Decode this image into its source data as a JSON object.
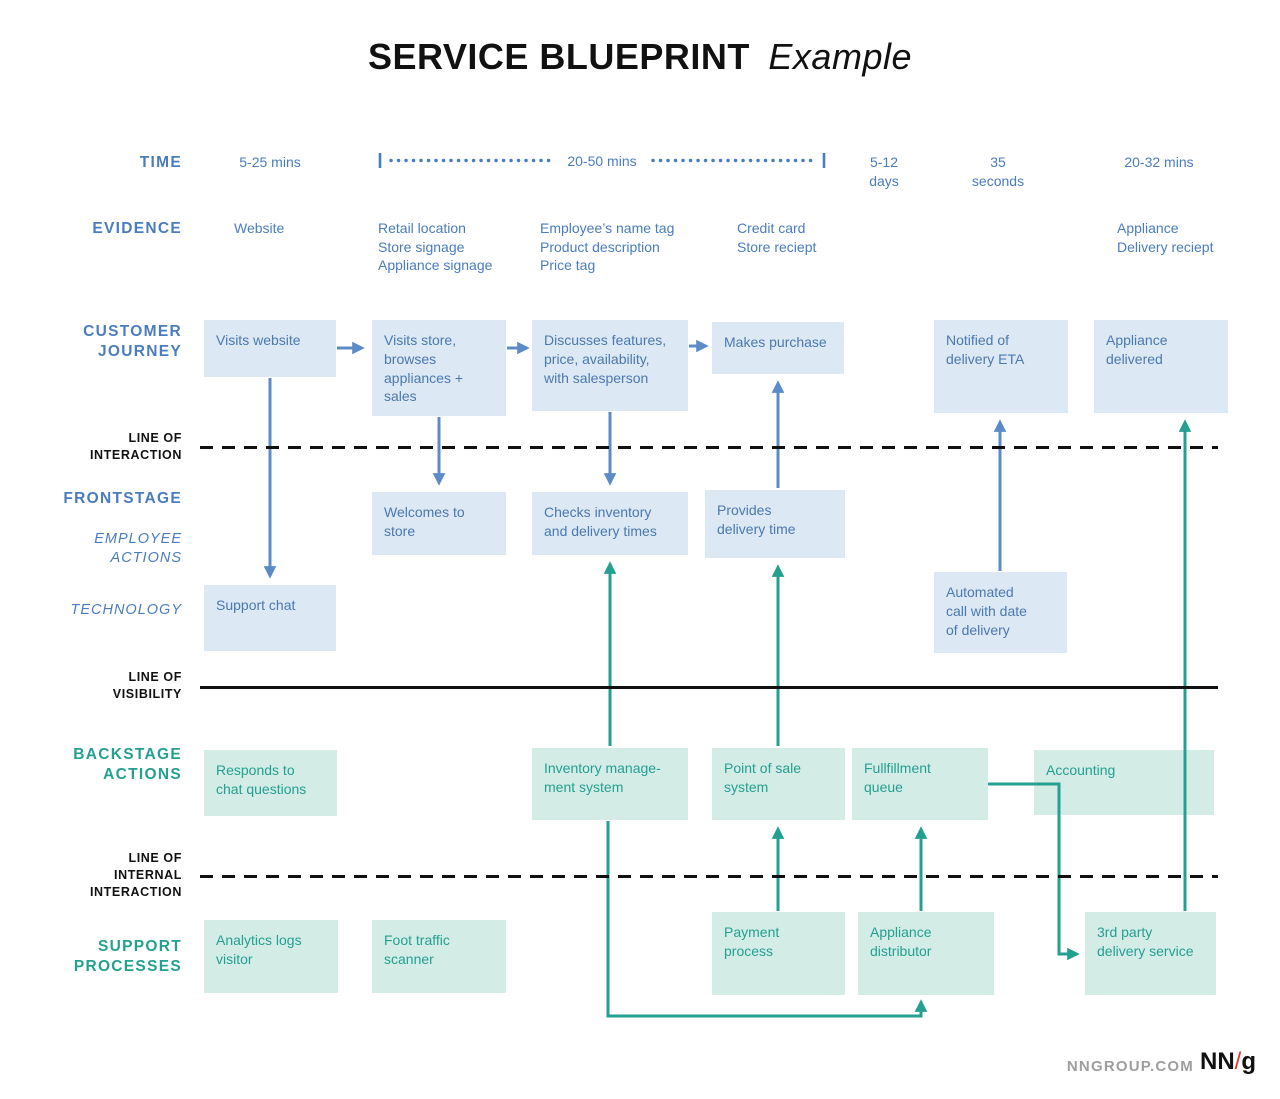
{
  "title": {
    "main": "SERVICE BLUEPRINT",
    "accent": "Example"
  },
  "row_labels": {
    "time": "TIME",
    "evidence": "EVIDENCE",
    "customer_journey": "CUSTOMER\nJOURNEY",
    "line_of_interaction": "LINE OF\nINTERACTION",
    "frontstage": "FRONTSTAGE",
    "employee_actions": "EMPLOYEE\nACTIONS",
    "technology": "TECHNOLOGY",
    "line_of_visibility": "LINE OF\nVISIBILITY",
    "backstage_actions": "BACKSTAGE\nACTIONS",
    "line_of_internal_interaction": "LINE OF\nINTERNAL\nINTERACTION",
    "support_processes": "SUPPORT\nPROCESSES"
  },
  "time": {
    "segment1": "5-25 mins",
    "segment2": "20-50 mins",
    "segment3": "5-12\ndays",
    "segment4": "35\nseconds",
    "segment5": "20-32 mins"
  },
  "evidence": {
    "website": "Website",
    "retail": "Retail location\nStore signage\nAppliance signage",
    "employee": "Employee’s name tag\nProduct description\nPrice tag",
    "credit": "Credit card\nStore reciept",
    "appliance": "Appliance\nDelivery reciept"
  },
  "journey": {
    "visits_website": "Visits website",
    "visits_store": "Visits store,\nbrowses\nappliances +\nsales",
    "discusses": "Discusses features,\nprice, availability,\nwith salesperson",
    "makes_purchase": "Makes purchase",
    "notified": "Notified of\ndelivery ETA",
    "delivered": "Appliance\ndelivered"
  },
  "frontstage": {
    "welcomes": "Welcomes to\nstore",
    "checks_inventory": "Checks inventory\nand delivery times",
    "provides_delivery": "Provides\ndelivery time",
    "support_chat": "Support chat",
    "automated_call": "Automated\ncall with date\nof delivery"
  },
  "backstage": {
    "responds_chat": "Responds to\nchat questions",
    "inventory_system": "Inventory manage-\nment system",
    "pos_system": "Point of sale\nsystem",
    "fulfillment_queue": "Fullfillment\nqueue",
    "accounting": "Accounting"
  },
  "support": {
    "analytics": "Analytics logs\nvisitor",
    "foot_traffic": "Foot traffic\nscanner",
    "payment": "Payment\nprocess",
    "distributor": "Appliance\ndistributor",
    "third_party": "3rd party\ndelivery service"
  },
  "footer": {
    "site": "NNGROUP.COM",
    "logo_nn": "NN",
    "logo_slash": "/",
    "logo_g": "g"
  },
  "colors": {
    "blue_label": "#4a7cc0",
    "blue_box_fill": "#dce8f4",
    "blue_box_text": "#4a79b0",
    "blue_arrow": "#5c8bc9",
    "teal_label": "#23a090",
    "teal_box_fill": "#d4ece6",
    "black_line": "#111111",
    "logo_red": "#e8352b",
    "footer_gray": "#9e9e9e"
  }
}
